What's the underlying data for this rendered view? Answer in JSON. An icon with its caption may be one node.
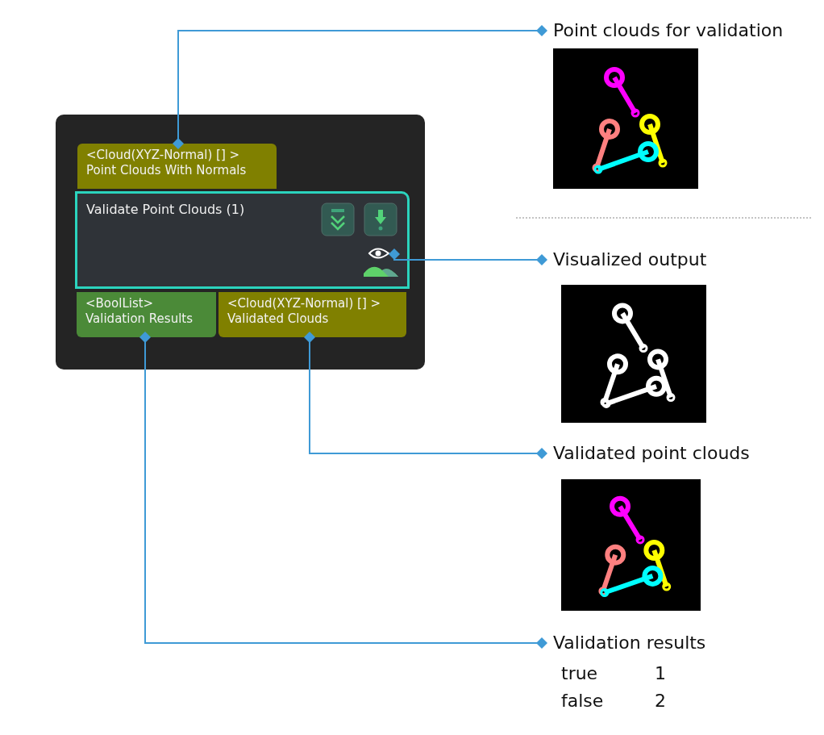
{
  "diagram": {
    "nodes": [
      {
        "text": [],
        "shape": "box"
      },
      {
        "text": [
          "<Cloud(XYZ-Normal) [] >",
          "Point Clouds With Normals"
        ],
        "in": 0
      },
      {
        "text": [
          "Validate Point Clouds (1)"
        ],
        "in": 0
      },
      {
        "text": [],
        "shape": "picture",
        "in": 2
      },
      {
        "text": [
          "<BoolList>",
          "Validation Results"
        ],
        "in": 0
      },
      {
        "text": [
          "<Cloud(XYZ-Normal) [] >",
          "Validated Clouds"
        ],
        "in": 0
      },
      {
        "text": [
          "Point clouds for validation"
        ]
      },
      {
        "text": [
          "Visualized output"
        ]
      },
      {
        "text": [
          "Validated point clouds"
        ]
      },
      {
        "text": [
          "Validation results"
        ]
      }
    ],
    "edges": [
      {
        "from": 1,
        "to": 6,
        "arrow": "other"
      },
      {
        "from": 3,
        "to": 7,
        "arrow": "other"
      },
      {
        "from": 5,
        "to": 8,
        "arrow": "other"
      },
      {
        "from": 4,
        "to": 9,
        "arrow": "other"
      }
    ],
    "labels": [
      "true",
      "1",
      "false",
      "2"
    ]
  }
}
